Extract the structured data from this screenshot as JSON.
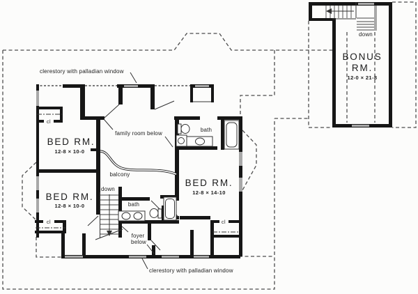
{
  "plan": {
    "rooms": {
      "bedroom_upper_left": {
        "name": "BED RM.",
        "dims": "12-8 × 10-0"
      },
      "bedroom_lower_left": {
        "name": "BED RM.",
        "dims": "12-8 × 10-0"
      },
      "bedroom_right": {
        "name": "BED RM.",
        "dims": "12-8 × 14-10"
      },
      "bonus_room": {
        "name_line1": "BONUS",
        "name_line2": "RM.",
        "dims": "12-0 × 21-8"
      },
      "bath_upper": {
        "name": "bath"
      },
      "bath_lower": {
        "name": "bath"
      }
    },
    "labels": {
      "clerestory_top": "clerestory with palladian window",
      "clerestory_bottom": "clerestory with palladian window",
      "family_room_below": "family room below",
      "balcony": "balcony",
      "foyer_below_line1": "foyer",
      "foyer_below_line2": "below",
      "down": "down",
      "closet_abbrev": "cl"
    },
    "colors": {
      "wall": "#161616",
      "dash": "#4d4d4d",
      "win": "#a8a8a8",
      "text": "#1c1c1c",
      "line": "#333333",
      "paper": "#fcfcfb"
    }
  }
}
